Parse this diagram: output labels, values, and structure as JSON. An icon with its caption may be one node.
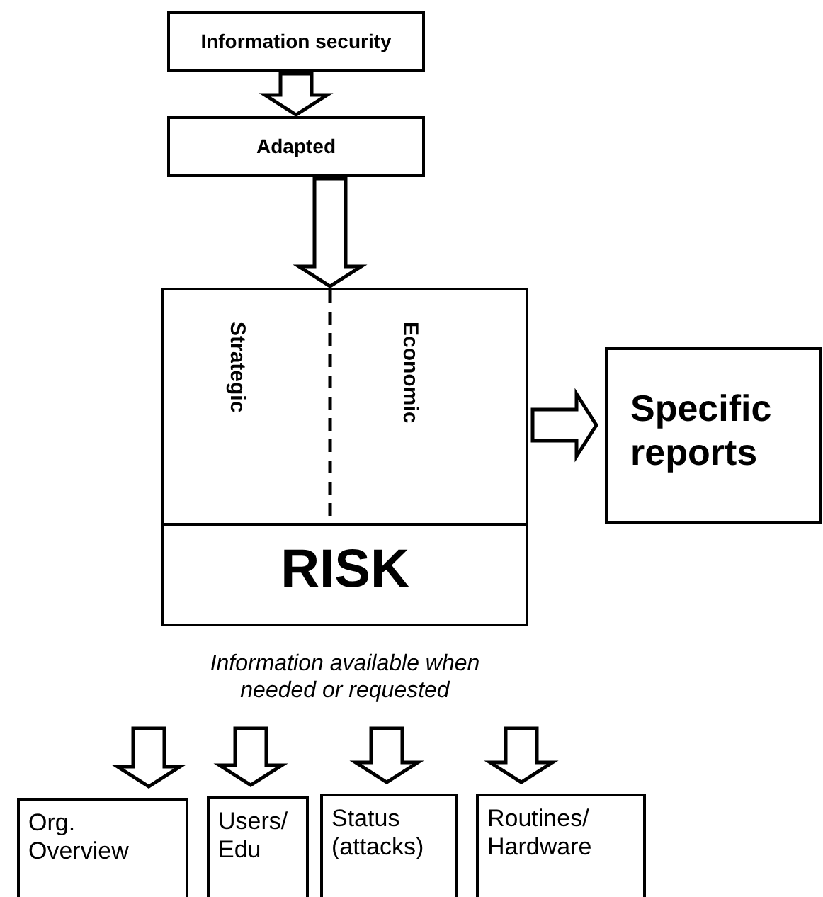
{
  "diagram": {
    "nodes": [
      {
        "text": [
          "Information security"
        ]
      },
      {
        "text": [
          "Adapted"
        ]
      },
      {
        "text": [
          "Strategic",
          "Economic",
          "RISK"
        ],
        "beside": [
          "Information available when needed or requested"
        ]
      },
      {
        "text": [
          "Specific reports"
        ]
      },
      {
        "text": [
          "Org. Overview"
        ]
      },
      {
        "text": [
          "Users/ Edu"
        ]
      },
      {
        "text": [
          "Status (attacks)"
        ]
      },
      {
        "text": [
          "Routines/ Hardware"
        ]
      }
    ],
    "edges": [
      {
        "from": 0,
        "to": 1,
        "arrow": "to"
      },
      {
        "from": 1,
        "to": 2,
        "arrow": "to"
      },
      {
        "from": 2,
        "to": 3,
        "arrow": "to"
      },
      {
        "from": null,
        "to": 4,
        "arrow": "to"
      },
      {
        "from": null,
        "to": 5,
        "arrow": "to"
      },
      {
        "from": null,
        "to": 6,
        "arrow": "to"
      },
      {
        "from": null,
        "to": 7,
        "arrow": "to"
      }
    ]
  }
}
